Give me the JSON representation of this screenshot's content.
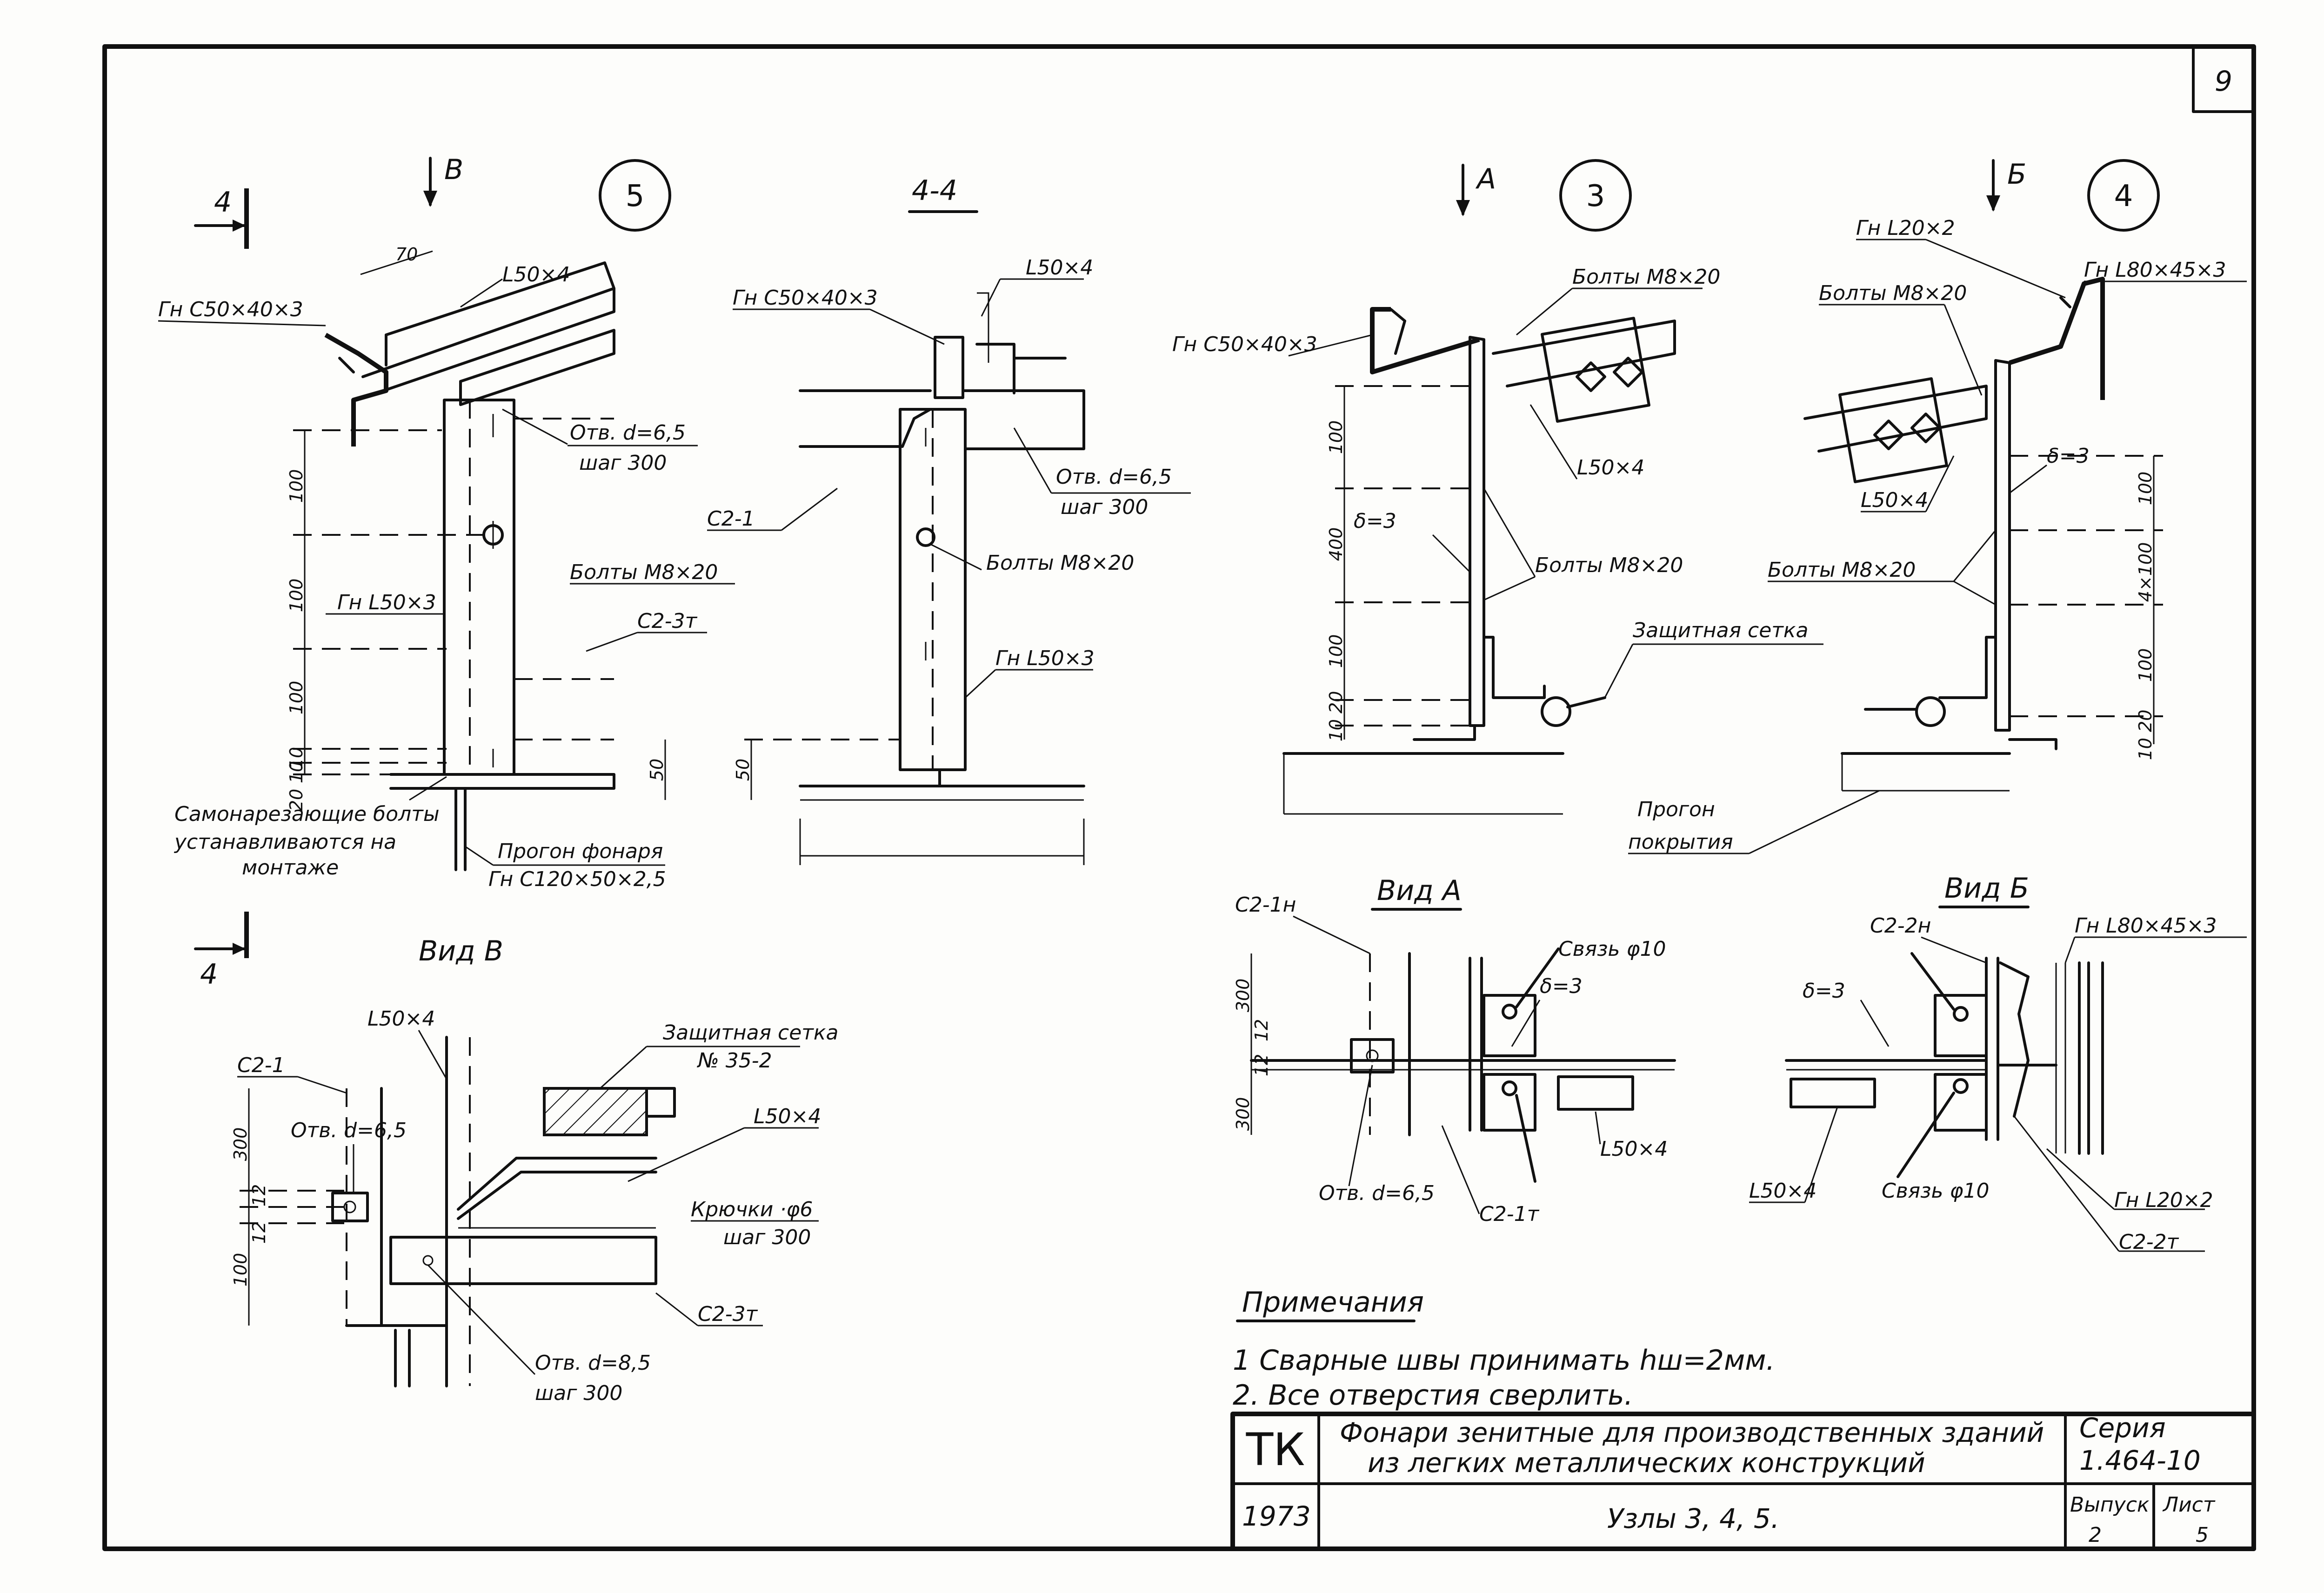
{
  "sheet": {
    "number": "9"
  },
  "node5": {
    "number": "5",
    "view_letter": "В",
    "section_mark": "4",
    "dims": [
      "100",
      "100",
      "100",
      "10",
      "10",
      "20",
      "50",
      "70"
    ],
    "labels": [
      "L50×4",
      "Гн C50×40×3",
      "Отв. d=6,5",
      "шаг 300",
      "Гн L50×3",
      "Болты М8×20",
      "С2-3т",
      "Самонарезающие болты",
      "устанавливаются на",
      "монтаже",
      "Прогон фонаря",
      "Гн C120×50×2,5"
    ]
  },
  "section44": {
    "title": "4-4",
    "dim": "50",
    "labels": [
      "Гн C50×40×3",
      "L50×4",
      "С2-1",
      "Отв. d=6,5",
      "шаг 300",
      "Болты М8×20",
      "Гн L50×3"
    ]
  },
  "node3": {
    "number": "3",
    "view_letter": "А",
    "dims": [
      "100",
      "400",
      "100",
      "10 20"
    ],
    "labels": [
      "Болты М8×20",
      "Гн C50×40×3",
      "L50×4",
      "δ=3",
      "Болты М8×20",
      "Защитная сетка"
    ]
  },
  "node4": {
    "number": "4",
    "view_letter": "Б",
    "dims": [
      "100",
      "4×100",
      "100",
      "10 20"
    ],
    "labels": [
      "Гн L20×2",
      "Гн L80×45×3",
      "Болты М8×20",
      "δ=3",
      "L50×4",
      "Болты М8×20",
      "Прогон",
      "покрытия"
    ]
  },
  "viewB": {
    "title": "Вид В",
    "section_mark": "4",
    "dims": [
      "300",
      "12",
      "12",
      "100"
    ],
    "labels": [
      "L50×4",
      "Защитная сетка",
      "№ 35-2",
      "С2-1",
      "Отв. d=6,5",
      "L50×4",
      "Крючки ·φ6",
      "шаг 300",
      "С2-3т",
      "Отв. d=8,5",
      "шаг 300"
    ]
  },
  "viewA": {
    "title": "Вид А",
    "dims": [
      "300",
      "12",
      "12",
      "300"
    ],
    "labels": [
      "С2-1н",
      "Связь φ10",
      "δ=3",
      "L50×4",
      "Отв. d=6,5",
      "С2-1т"
    ]
  },
  "viewV": {
    "title": "Вид Б",
    "labels": [
      "С2-2н",
      "Гн L80×45×3",
      "δ=3",
      "L50×4",
      "Связь φ10",
      "Гн L20×2",
      "С2-2т"
    ]
  },
  "notes": {
    "title": "Примечания",
    "items": [
      "1 Сварные швы принимать hш=2мм.",
      "2. Все отверстия сверлить."
    ]
  },
  "title_block": {
    "code": "ТК",
    "title_line1": "Фонари зенитные для производственных зданий",
    "title_line2": "из легких металлических конструкций",
    "series_label": "Серия",
    "series_value": "1.464-10",
    "year": "1973",
    "sheet_title": "Узлы 3, 4, 5.",
    "issue_label": "Выпуск",
    "issue_value": "2",
    "sheet_label": "Лист",
    "sheet_value": "5"
  }
}
